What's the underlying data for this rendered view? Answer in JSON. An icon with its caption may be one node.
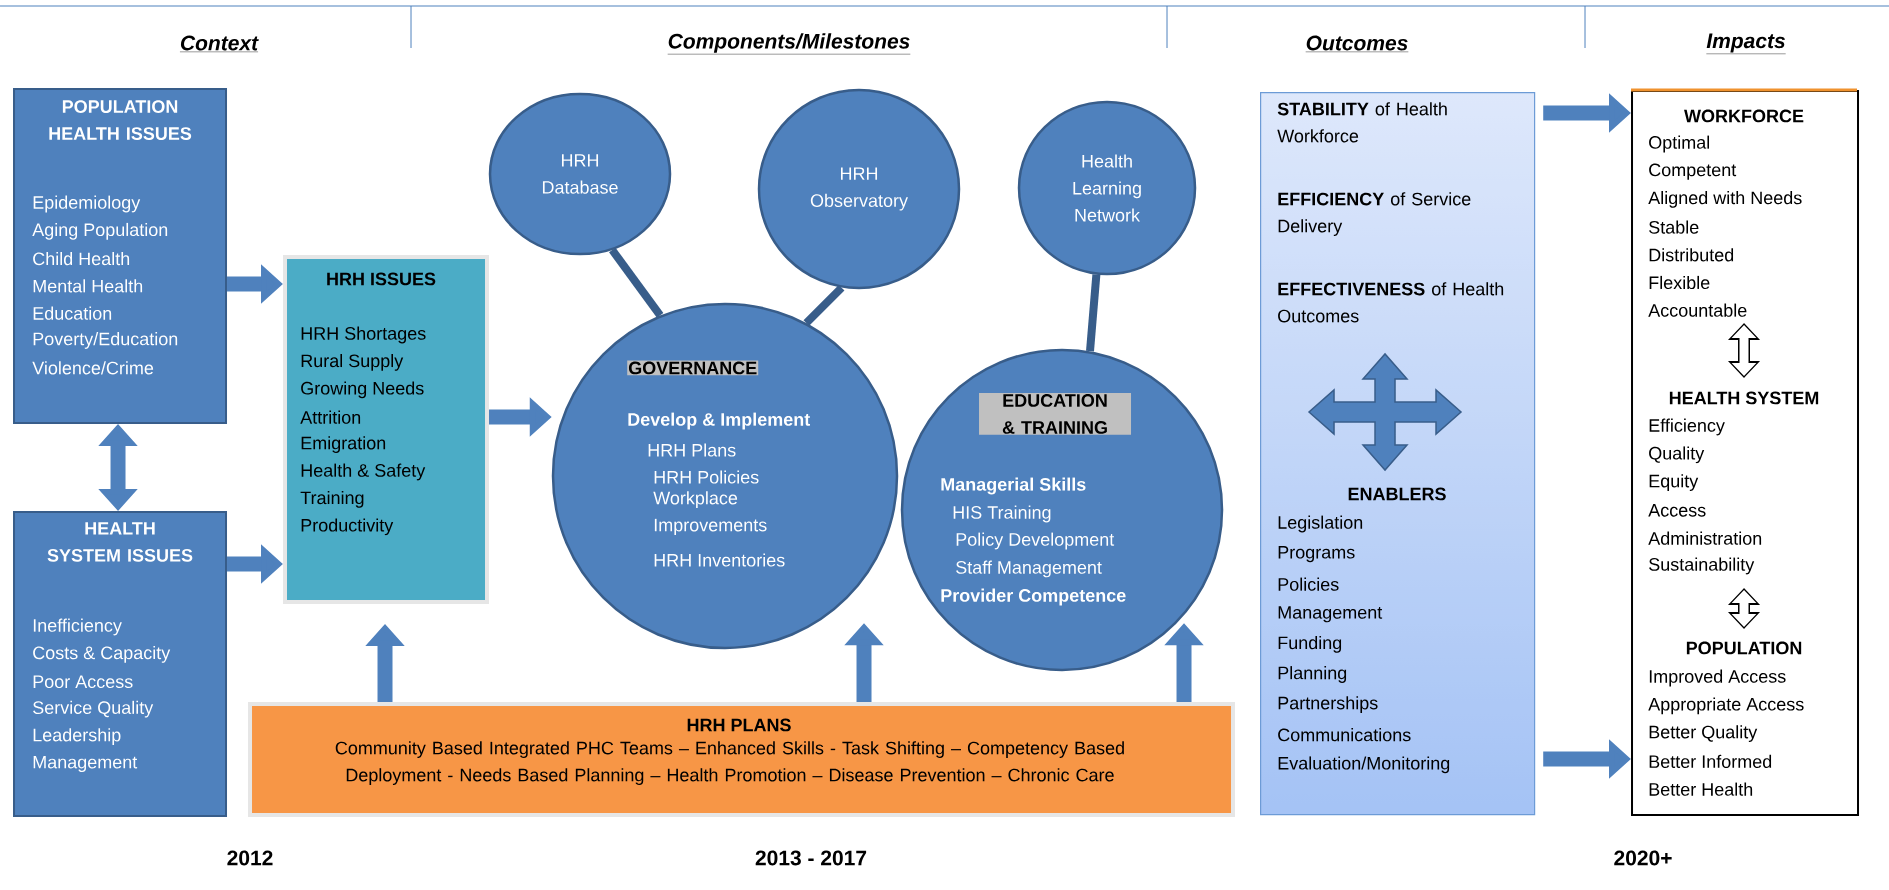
{
  "diagram": {
    "nodes": [
      {
        "text": [
          "POPULATION HEALTH ISSUES",
          "Epidemiology",
          "Aging Population",
          "Child Health",
          "Mental Health",
          "Education",
          "Poverty/Education",
          "Violence/Crime"
        ]
      },
      {
        "text": [
          "HEALTH SYSTEM ISSUES",
          "Inefficiency",
          "Costs & Capacity",
          "Poor Access",
          "Service Quality",
          "Leadership",
          "Management"
        ]
      },
      {
        "text": [
          "HRH ISSUES",
          "HRH Shortages",
          "Rural Supply",
          "Growing Needs",
          "Attrition",
          "Emigration",
          "Health & Safety",
          "Training",
          "Productivity"
        ]
      },
      {
        "text": [
          "HRH Database"
        ]
      },
      {
        "text": [
          "HRH Observatory"
        ]
      },
      {
        "text": [
          "Health Learning Network"
        ]
      },
      {
        "text": [
          "GOVERNANCE",
          "Develop & Implement",
          "HRH Plans",
          "HRH Policies",
          "Workplace Improvements",
          "HRH Inventories"
        ]
      },
      {
        "text": [
          "EDUCATION & TRAINING",
          "Managerial Skills",
          "HIS Training",
          "Policy Development",
          "Staff Management",
          "Provider Competence"
        ]
      },
      {
        "text": [
          "HRH PLANS",
          "Community Based Integrated PHC Teams – Enhanced Skills - Task Shifting – Competency Based Deployment - Needs Based Planning – Health Promotion – Disease Prevention – Chronic Care"
        ]
      },
      {
        "text": [
          "**STABILITY** of Health Workforce",
          "**EFFICIENCY** of Service Delivery",
          "**EFFECTIVENESS** of Health Outcomes",
          "ENABLERS",
          "Legislation",
          "Programs",
          "Policies",
          "Management",
          "Funding",
          "Planning",
          "Partnerships",
          "Communications",
          "Evaluation/Monitoring"
        ]
      },
      {
        "text": [
          "WORKFORCE",
          "Optimal",
          "Competent",
          "Aligned with Needs",
          "Stable",
          "Distributed",
          "Flexible",
          "Accountable",
          "HEALTH SYSTEM",
          "Efficiency",
          "Quality",
          "Equity",
          "Access",
          "Administration",
          "Sustainability",
          "POPULATION",
          "Improved Access",
          "Appropriate Access",
          "Better Quality",
          "Better Informed",
          "Better Health"
        ]
      }
    ],
    "edges": [
      {
        "from": 0,
        "to": 2,
        "arrow": "to"
      },
      {
        "from": 1,
        "to": 2,
        "arrow": "to"
      },
      {
        "from": 0,
        "to": 1,
        "arrow": "both"
      },
      {
        "from": 2,
        "to": 6,
        "arrow": "to"
      },
      {
        "from": 8,
        "to": 2,
        "arrow": "to"
      },
      {
        "from": 8,
        "to": 6,
        "arrow": "to"
      },
      {
        "from": 8,
        "to": 7,
        "arrow": "to"
      },
      {
        "from": 3,
        "to": 6,
        "arrow": "none"
      },
      {
        "from": 4,
        "to": 6,
        "arrow": "none"
      },
      {
        "from": 5,
        "to": 7,
        "arrow": "none"
      },
      {
        "from": 9,
        "to": 10,
        "arrow": "to"
      },
      {
        "from": 9,
        "to": 10,
        "arrow": "to"
      }
    ],
    "labels": [
      "Context",
      "Components/Milestones",
      "Outcomes",
      "Impacts",
      "2012",
      "2013 - 2017",
      "2020+"
    ]
  }
}
